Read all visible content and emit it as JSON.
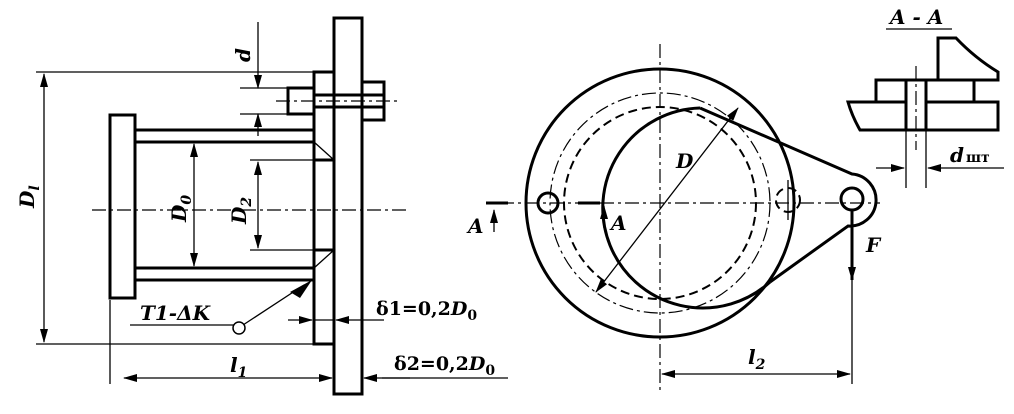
{
  "labels": {
    "left": {
      "Dl_main": "D",
      "Dl_sub": "l",
      "d": "d",
      "D0_main": "D",
      "D0_sub": "0",
      "D2_main": "D",
      "D2_sub": "2",
      "t_label": "T1-ΔK",
      "delta1_a": "δ",
      "delta1_b": "1=0,2",
      "delta1_c": "D",
      "delta1_d": "0",
      "delta2_a": "δ",
      "delta2_b": "2=0,2",
      "delta2_c": "D",
      "delta2_d": "0",
      "l1_main": "l",
      "l1_sub": "1"
    },
    "right": {
      "D": "D",
      "A_left": "A",
      "A_inner": "A",
      "F": "F",
      "l2_main": "l",
      "l2_sub": "2"
    },
    "section": {
      "title": "A - A",
      "dsht_main": "d",
      "dsht_sub": "шт"
    }
  }
}
